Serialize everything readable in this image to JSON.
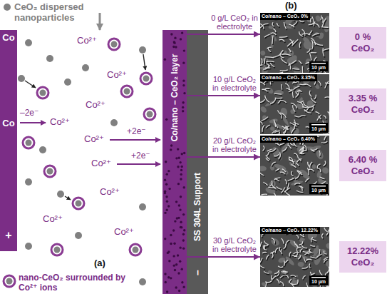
{
  "diagram": {
    "nodes": [
      {
        "text": [
          "Co",
          "Co",
          "+"
        ]
      },
      {
        "text": [
          "Co/nano – CeO₂ layer"
        ]
      },
      {
        "text": [
          "SS 304L Support",
          "–"
        ]
      },
      {
        "text": [
          "Co/nano – CeO₂ 0%",
          "10 µm"
        ]
      },
      {
        "text": [
          "Co/nano – CeO₂ 3.35%",
          "10 µm"
        ]
      },
      {
        "text": [
          "Co/nano – CeO₂ 6.40%",
          "10 µm"
        ]
      },
      {
        "text": [
          "Co/nano – CeO₂ 12.22%",
          "10 µm"
        ]
      },
      {
        "text": [
          "0 % CeO₂"
        ]
      },
      {
        "text": [
          "3.35 % CeO₂"
        ]
      },
      {
        "text": [
          "6.40 % CeO₂"
        ]
      },
      {
        "text": [
          "12.22% CeO₂"
        ]
      }
    ],
    "edges": [
      {
        "from": 1,
        "to": 3,
        "arrow": "to",
        "label": "0 g/L CeO₂ in electrolyte"
      },
      {
        "from": 1,
        "to": 4,
        "arrow": "to",
        "label": "10 g/L CeO₂ in electrolyte"
      },
      {
        "from": 1,
        "to": 5,
        "arrow": "to",
        "label": "20 g/L CeO₂ in electrolyte"
      },
      {
        "from": 1,
        "to": 6,
        "arrow": "to",
        "label": "30 g/L CeO₂ in electrolyte"
      }
    ],
    "labels": [
      "Co²⁺",
      "Co²⁺",
      "–2e⁻",
      "Co²⁺",
      "Co²⁺",
      "+2e⁻",
      "Co²⁺",
      "+2e⁻",
      "Co²⁺",
      "Co²⁺",
      "Co²⁺",
      "Co²⁺",
      "(a)",
      "(b)"
    ],
    "legend": [
      {
        "text": "CeO₂ dispersed nanoparticles"
      },
      {
        "text": "nano-CeO₂ surrounded by Co²⁺ ions"
      }
    ]
  }
}
